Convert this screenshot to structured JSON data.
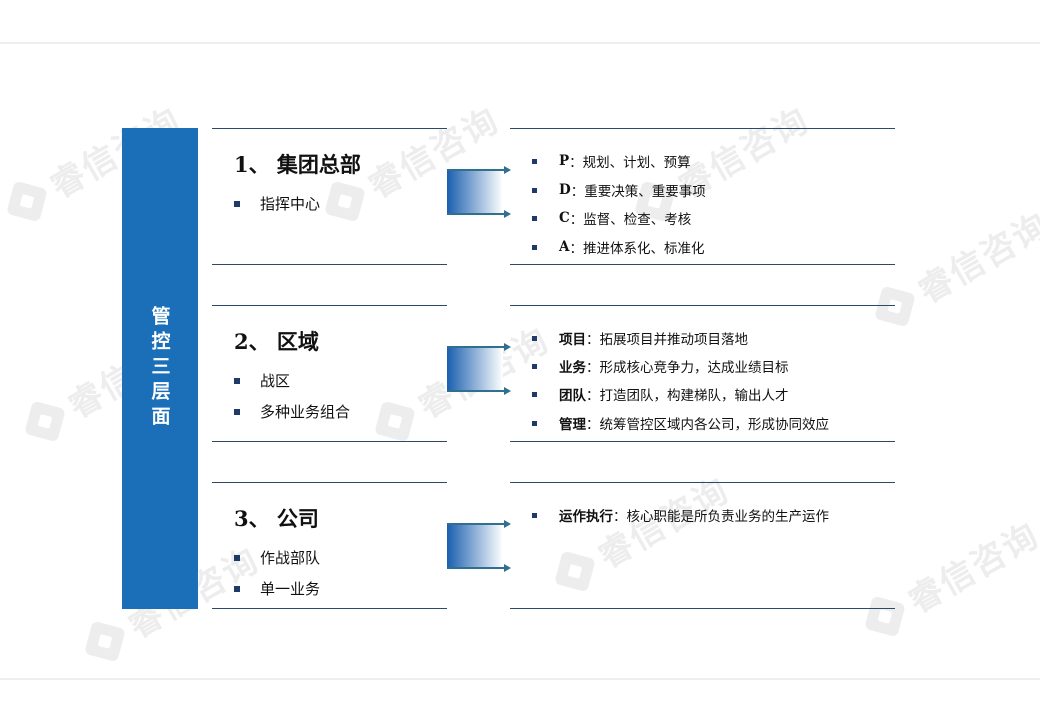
{
  "watermark": {
    "text": "睿信咨询"
  },
  "side_label": "管控三层面",
  "levels": [
    {
      "title": "1、 集团总部",
      "items": [
        "指挥中心"
      ],
      "details": [
        {
          "key": "P",
          "text": "：规划、计划、预算"
        },
        {
          "key": "D",
          "text": "：重要决策、重要事项"
        },
        {
          "key": "C",
          "text": "：监督、检查、考核"
        },
        {
          "key": "A",
          "text": "：推进体系化、标准化"
        }
      ]
    },
    {
      "title": "2、 区域",
      "items": [
        "战区",
        "多种业务组合"
      ],
      "details": [
        {
          "key": "项目",
          "text": "：拓展项目并推动项目落地"
        },
        {
          "key": "业务",
          "text": "：形成核心竞争力，达成业绩目标"
        },
        {
          "key": "团队",
          "text": "：打造团队，构建梯队，输出人才"
        },
        {
          "key": "管理",
          "text": "：统筹管控区域内各公司，形成协同效应"
        }
      ]
    },
    {
      "title": "3、 公司",
      "items": [
        "作战部队",
        "单一业务"
      ],
      "details": [
        {
          "key": "运作执行",
          "text": "：核心职能是所负责业务的生产运作"
        }
      ]
    }
  ],
  "colors": {
    "primary": "#1a6fb8",
    "rule": "#2b4a6a",
    "bullet": "#1f3a66",
    "arrow": "#2f6f8f"
  }
}
